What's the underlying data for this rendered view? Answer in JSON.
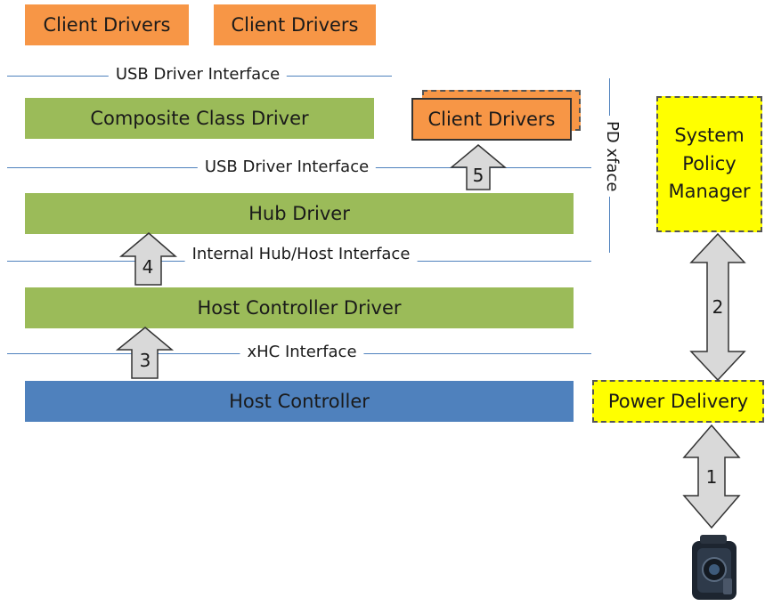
{
  "top_boxes": [
    "Client Drivers",
    "Client Drivers"
  ],
  "interfaces": {
    "usb_driver_interface_top": "USB Driver Interface",
    "usb_driver_interface_mid": "USB Driver Interface",
    "internal_hub_host": "Internal Hub/Host Interface",
    "xhc": "xHC Interface",
    "pd_xface": "PD xface"
  },
  "layers": {
    "composite_class_driver": "Composite Class Driver",
    "client_drivers_overlay": "Client Drivers",
    "hub_driver": "Hub Driver",
    "host_controller_driver": "Host Controller Driver",
    "host_controller": "Host Controller"
  },
  "right_column": {
    "system_policy_manager": "System Policy Manager",
    "power_delivery": "Power Delivery"
  },
  "arrows": [
    "1",
    "2",
    "3",
    "4",
    "5"
  ],
  "colors": {
    "orange": "#f79646",
    "green": "#9bbb59",
    "blue": "#4f81bd",
    "yellow": "#ffff00",
    "line": "#4f81bd",
    "arrow_fill": "#d9d9d9"
  },
  "icons": [
    "camcorder-icon"
  ]
}
